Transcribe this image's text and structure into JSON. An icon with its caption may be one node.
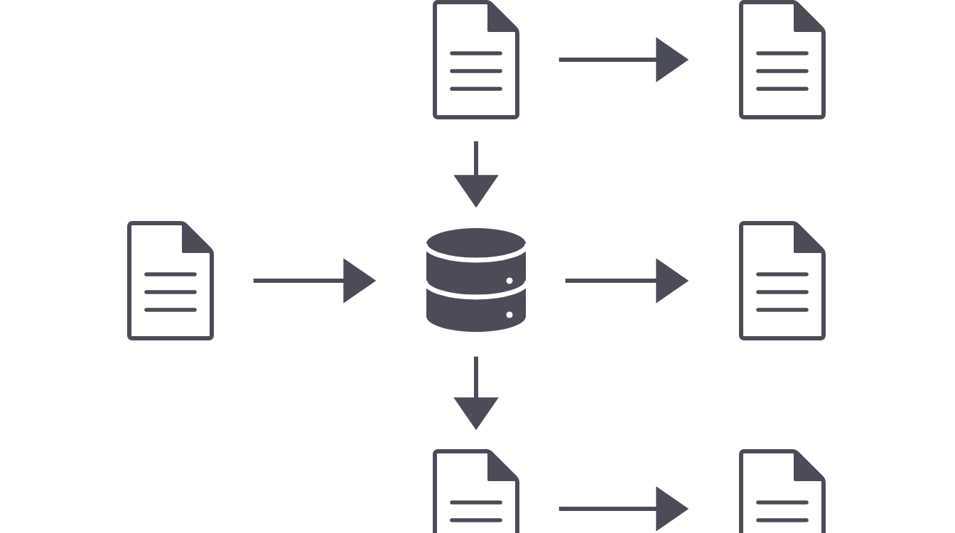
{
  "diagram": {
    "nodes": [
      {
        "text": [],
        "shape": "document"
      },
      {
        "text": [],
        "shape": "document"
      },
      {
        "text": [],
        "shape": "document"
      },
      {
        "text": [],
        "shape": "cylinder"
      },
      {
        "text": [],
        "shape": "document"
      },
      {
        "text": [],
        "shape": "document"
      },
      {
        "text": [],
        "shape": "document"
      }
    ],
    "edges": [
      {
        "from": 0,
        "to": 1,
        "arrow": "to"
      },
      {
        "from": 0,
        "to": 3,
        "arrow": "to"
      },
      {
        "from": 2,
        "to": 3,
        "arrow": "to"
      },
      {
        "from": 3,
        "to": 4,
        "arrow": "to"
      },
      {
        "from": 3,
        "to": 5,
        "arrow": "to"
      },
      {
        "from": 5,
        "to": 6,
        "arrow": "to"
      }
    ]
  }
}
